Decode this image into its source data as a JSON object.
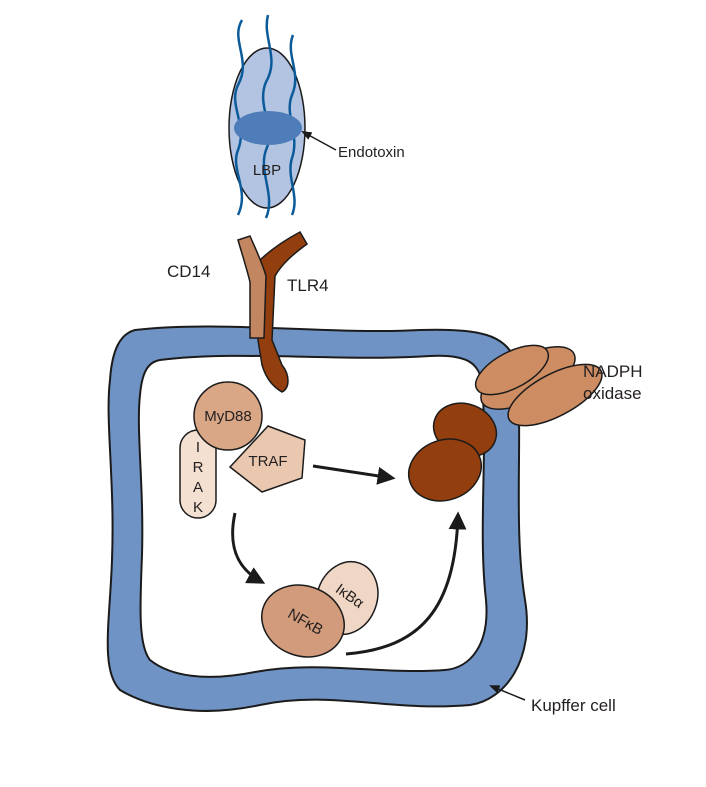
{
  "labels": {
    "endotoxin": "Endotoxin",
    "lbp": "LBP",
    "cd14": "CD14",
    "tlr4": "TLR4",
    "nadph_line1": "NADPH",
    "nadph_line2": "oxidase",
    "myd88": "MyD88",
    "irak": [
      "I",
      "R",
      "A",
      "K"
    ],
    "traf": "TRAF",
    "ikba": "IκBα",
    "nfkb": "NFκB",
    "kupffer": "Kupffer cell"
  },
  "colors": {
    "membrane": "#6f93c4",
    "lbp_fill": "#b3c3e2",
    "endotoxin_fill": "#4f7db9",
    "lps_chain": "#0b5b9a",
    "cd14": "#c28660",
    "tlr4": "#933e0e",
    "myd88": "#d9a686",
    "irak": "#f4e0d1",
    "traf": "#eac8b0",
    "nfkb": "#d29c7c",
    "ikba": "#f0d6c4",
    "nadph_dark": "#933e0e",
    "nadph_light": "#cd8c62"
  }
}
